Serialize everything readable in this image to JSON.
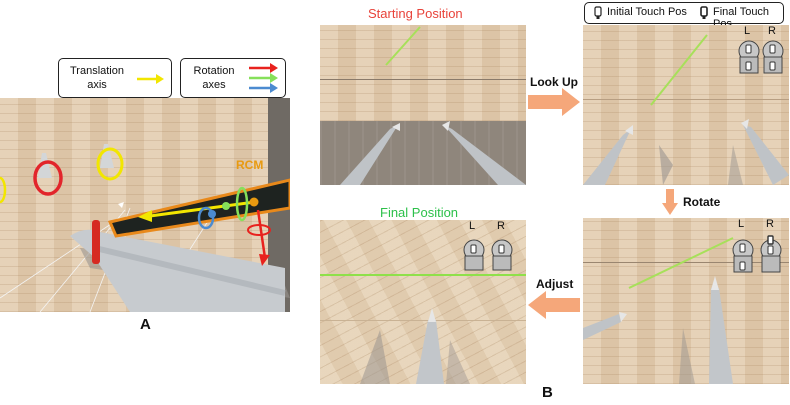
{
  "panel_a": {
    "legend_translation_line1": "Translation",
    "legend_translation_line2": "axis",
    "legend_rotation_line1": "Rotation",
    "legend_rotation_line2": "axes",
    "rcm_label": "RCM",
    "panel_label": "A",
    "colors": {
      "translation": "#f2e600",
      "rot_red": "#e8221e",
      "rot_green": "#86e05a",
      "rot_blue": "#4c8bd0",
      "rcm": "#e89a10"
    }
  },
  "panel_b": {
    "panel_label": "B",
    "starting_position": "Starting Position",
    "final_position": "Final Position",
    "steps": {
      "look_up": "Look Up",
      "rotate": "Rotate",
      "adjust": "Adjust"
    },
    "legend": {
      "initial": "Initial Touch Pos",
      "final": "Final Touch Pos"
    },
    "left_label": "L",
    "right_label": "R",
    "colors": {
      "start_title": "#e8433a",
      "final_title": "#2cc04a",
      "arrow": "#f5a77a",
      "green_line": "#8fe04a"
    }
  }
}
